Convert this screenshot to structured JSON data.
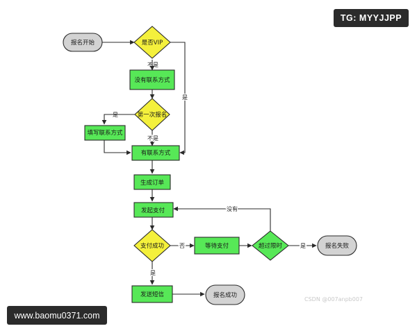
{
  "watermark_top": "TG: MYYJJPP",
  "watermark_bottom": "www.baomu0371.com",
  "watermark_csdn": "CSDN @007anpb007",
  "colors": {
    "process": "#57e857",
    "decision": "#f4f03c",
    "terminal": "#d3d3d3",
    "stroke": "#2a2a2a"
  },
  "nodes": {
    "start": "报名开始",
    "is_vip": "是否VIP",
    "no_contact": "没有联系方式",
    "first_time": "第一次报名",
    "fill_contact": "填写联系方式",
    "has_contact": "有联系方式",
    "create_order": "生成订单",
    "initiate_payment": "发起支付",
    "payment_success": "支付成功",
    "wait_payment": "等待支付",
    "timeout": "超过限时",
    "fail": "报名失败",
    "send_sms": "发送短信",
    "success": "报名成功"
  },
  "edges": {
    "vip_no": "不是",
    "vip_yes": "是",
    "first_yes": "是",
    "first_no": "不是",
    "pay_no": "否",
    "pay_yes": "是",
    "timeout_no": "没有",
    "timeout_yes": "是"
  }
}
